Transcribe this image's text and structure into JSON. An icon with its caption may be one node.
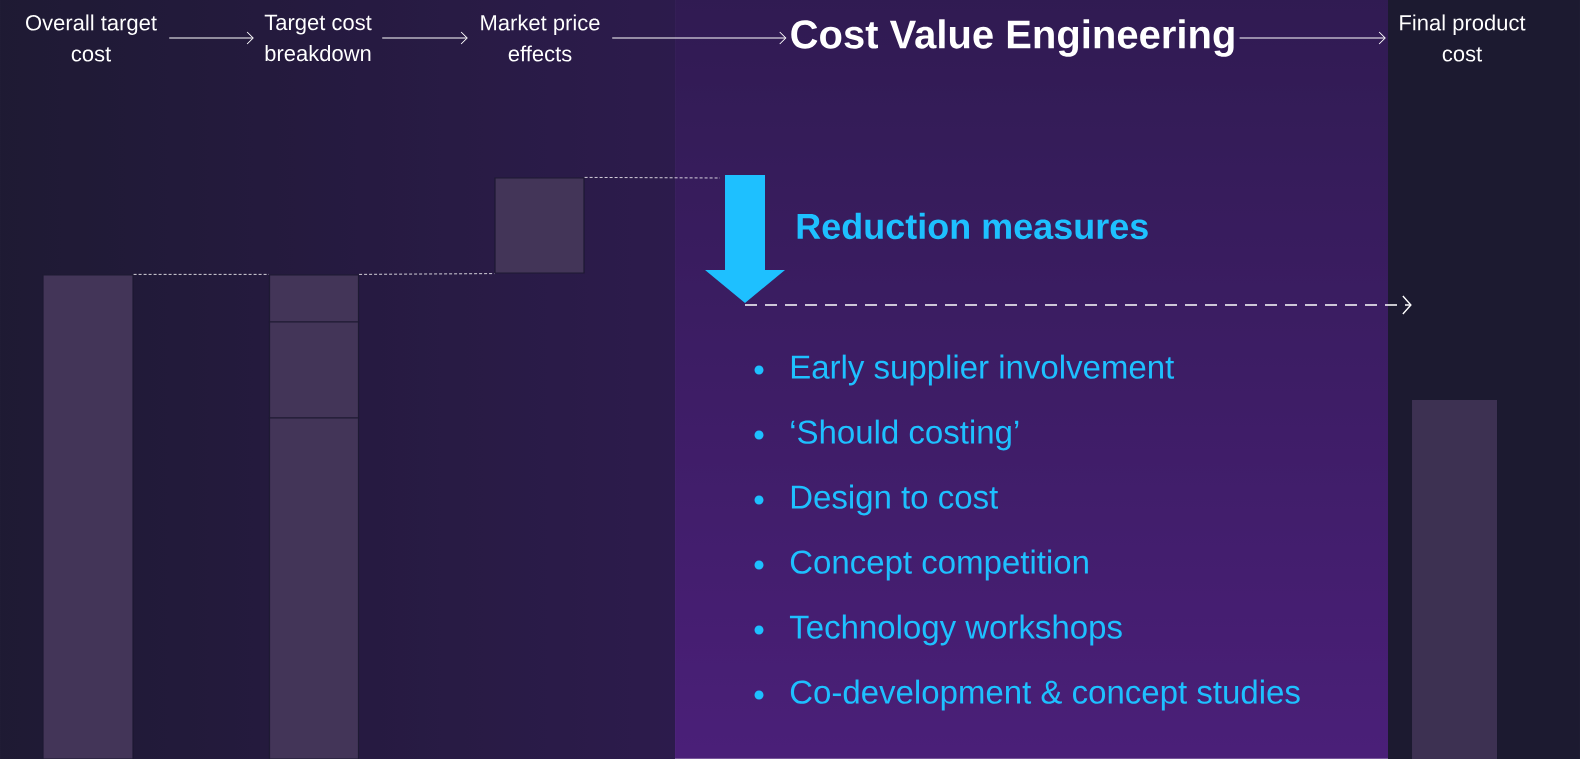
{
  "diagram": {
    "nodes": [
      {
        "text": [
          "Overall target cost"
        ]
      },
      {
        "text": [
          "Target cost breakdown"
        ]
      },
      {
        "text": [
          "Market price effects"
        ]
      },
      {
        "text": [
          "Cost Value Engineering"
        ]
      },
      {
        "text": [
          "Final product cost"
        ]
      },
      {
        "text": [],
        "shape": "bar"
      },
      {
        "text": [],
        "shape": "bar"
      },
      {
        "text": [],
        "shape": "bar"
      },
      {
        "text": [],
        "shape": "bar"
      },
      {
        "text": [],
        "shape": "bar"
      },
      {
        "text": [],
        "shape": "bar"
      }
    ],
    "edges": [
      {
        "from": 0,
        "to": 1,
        "arrow": "to"
      },
      {
        "from": 1,
        "to": 2,
        "arrow": "to"
      },
      {
        "from": 2,
        "to": 3,
        "arrow": "to"
      },
      {
        "from": 3,
        "to": 4,
        "arrow": "to"
      },
      {
        "from": 5,
        "to": 6,
        "arrow": "none",
        "style": "dashed"
      },
      {
        "from": 6,
        "to": 9,
        "arrow": "none",
        "style": "dashed"
      },
      {
        "from": 9,
        "to": null,
        "arrow": "none",
        "style": "dashed"
      },
      {
        "from": null,
        "to": 10,
        "arrow": "to",
        "style": "dashed"
      }
    ],
    "labels": [
      "Reduction measures",
      "Early supplier involvement",
      "‘Should costing’",
      "Design to cost",
      "Concept competition",
      "Technology workshops",
      "Co-development & concept studies"
    ]
  }
}
